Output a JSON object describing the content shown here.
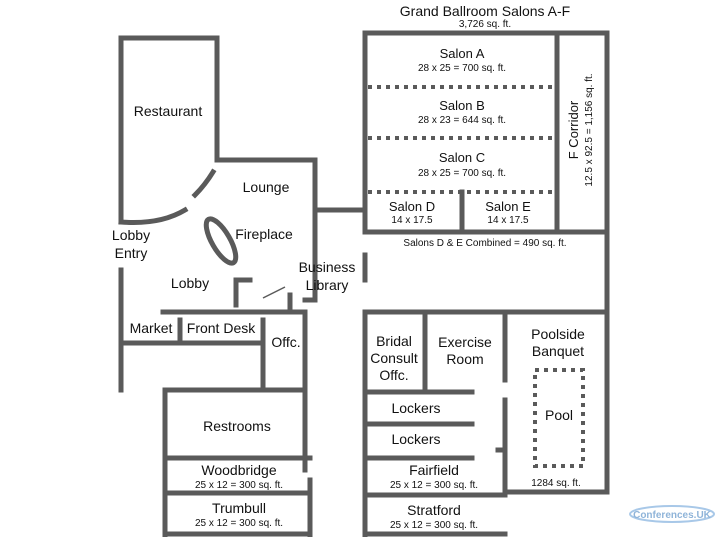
{
  "ballroom": {
    "title": "Grand Ballroom Salons A-F",
    "area": "3,726 sq. ft."
  },
  "salon_a": {
    "name": "Salon A",
    "dims": "28 x 25 = 700 sq. ft."
  },
  "salon_b": {
    "name": "Salon B",
    "dims": "28 x 23 = 644 sq. ft."
  },
  "salon_c": {
    "name": "Salon C",
    "dims": "28 x 25 = 700 sq. ft."
  },
  "salon_d": {
    "name": "Salon D",
    "dims": "14 x 17.5"
  },
  "salon_e": {
    "name": "Salon E",
    "dims": "14 x 17.5"
  },
  "salons_de": {
    "combined": "Salons D & E Combined = 490 sq. ft."
  },
  "corridor": {
    "name": "F Corridor",
    "dims": "12.5 x 92.5 = 1,156 sq. ft."
  },
  "restaurant": "Restaurant",
  "lounge": "Lounge",
  "fireplace": "Fireplace",
  "lobby_entry": {
    "line1": "Lobby",
    "line2": "Entry"
  },
  "lobby": "Lobby",
  "business_library": {
    "line1": "Business",
    "line2": "Library"
  },
  "market": "Market",
  "front_desk": "Front Desk",
  "office": "Offc.",
  "restrooms": "Restrooms",
  "woodbridge": {
    "name": "Woodbridge",
    "dims": "25 x 12 = 300 sq. ft."
  },
  "trumbull": {
    "name": "Trumbull",
    "dims": "25 x 12 = 300 sq. ft."
  },
  "bridal": {
    "line1": "Bridal",
    "line2": "Consult",
    "line3": "Offc."
  },
  "exercise": {
    "line1": "Exercise",
    "line2": "Room"
  },
  "poolside": {
    "line1": "Poolside",
    "line2": "Banquet"
  },
  "pool": {
    "name": "Pool",
    "area": "1284 sq. ft."
  },
  "lockers_1": "Lockers",
  "lockers_2": "Lockers",
  "fairfield": {
    "name": "Fairfield",
    "dims": "25 x 12 = 300 sq. ft."
  },
  "stratford": {
    "name": "Stratford",
    "dims": "25 x 12 = 300 sq. ft."
  },
  "watermark": "Conferences.UK",
  "colors": {
    "walls": "#5a5a5a",
    "text": "#111111",
    "watermark": "#8fb4d9"
  }
}
